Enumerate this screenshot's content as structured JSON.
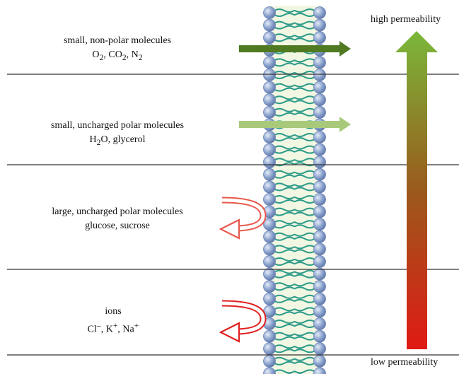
{
  "rows": [
    {
      "line1": "small, non-polar molecules",
      "line2_html": "O<sub>2</sub>, CO<sub>2</sub>, N<sub>2</sub>",
      "line2": "O2, CO2, N2",
      "outcome": "passes",
      "arrow_color": "#4f7a22"
    },
    {
      "line1": "small, uncharged polar molecules",
      "line2_html": "H<sub>2</sub>O, glycerol",
      "line2": "H2O, glycerol",
      "outcome": "passes",
      "arrow_color": "#a8c97a"
    },
    {
      "line1": "large, uncharged polar molecules",
      "line2_html": "glucose, sucrose",
      "line2": "glucose, sucrose",
      "outcome": "blocked",
      "arrow_color": "#e8584c"
    },
    {
      "line1": "ions",
      "line2_html": "Cl<sup>–</sup>, K<sup>+</sup>, Na<sup>+</sup>",
      "line2": "Cl–, K+, Na+",
      "outcome": "blocked",
      "arrow_color": "#e02020"
    }
  ],
  "scale": {
    "top_label": "high permeability",
    "bottom_label": "low permeability",
    "top_color": "#7ab83a",
    "bottom_color": "#e01a14"
  },
  "membrane": {
    "head_color": "#8fa6d0",
    "tail_color": "#2f9b8a",
    "core_color": "#f1f7e2"
  }
}
